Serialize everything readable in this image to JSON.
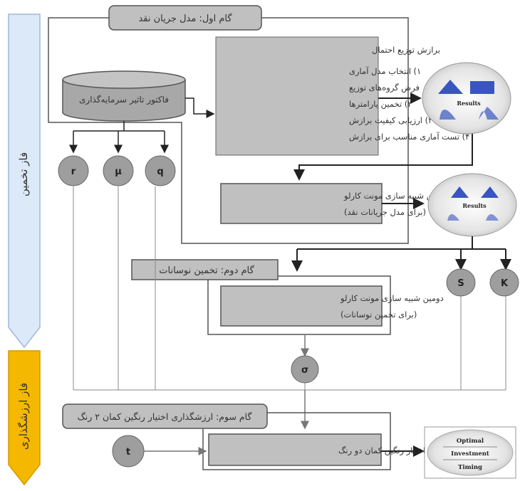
{
  "phases": {
    "estimation": "فاز تخمین",
    "valuation": "فاز ارزشگذاری"
  },
  "steps": {
    "step1": "گام اول: مدل جریان نقد",
    "step2": "گام دوم: تخمین نوسانات",
    "step3": "گام سوم: ارزشگذاری اختیار رنگین کمان ۲ رنگ"
  },
  "database": {
    "label": "فاکتور تاثیر سرمایه‌گذاری"
  },
  "fitting": {
    "title": "برازش توزیع احتمال",
    "lines": [
      "۱) انتخاب مدل آماری",
      "فرض گروه‌های توزیع",
      "۲) تخمین پارامترها",
      "۳) ارزیابی کیفیت برازش",
      "۴) تست آماری مناسب برای برازش"
    ]
  },
  "mc1": {
    "line1": "اولین شبیه سازی مونت کارلو",
    "line2": "(برای مدل جریانات نقد)"
  },
  "mc2": {
    "line1": "دومین شبیه سازی مونت کارلو",
    "line2": "(برای تخمین نوسانات)"
  },
  "rainbow": {
    "label": "اختیار رنگین کمان دو رنگ"
  },
  "results1": {
    "label": "Results"
  },
  "results2": {
    "label": "Results"
  },
  "optimal": {
    "line1": "Optimal",
    "line2": "Investment",
    "line3": "Timing"
  },
  "nodes": {
    "r": "r",
    "mu": "μ",
    "q": "q",
    "s": "S",
    "k": "K",
    "sigma": "σ",
    "t": "t"
  },
  "colors": {
    "gray_box": "#c0c0c0",
    "node_fill": "#9e9e9e",
    "estimation_arrow": "#dce9f8",
    "valuation_arrow": "#f5b800",
    "chart_blue": "#3a55c0"
  }
}
